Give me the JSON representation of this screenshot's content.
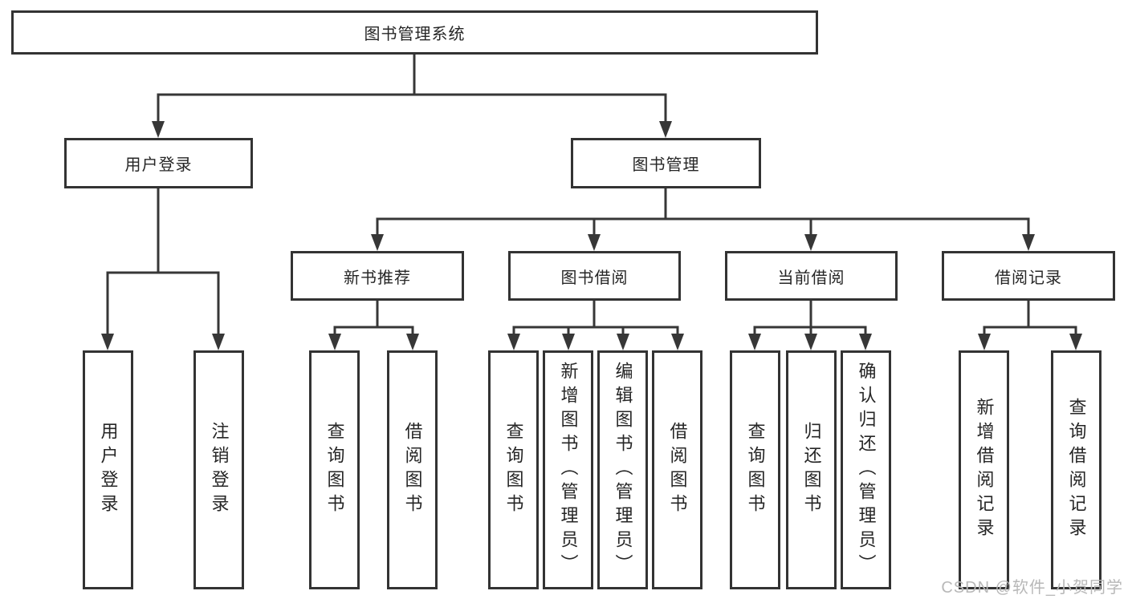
{
  "colors": {
    "background": "#ffffff",
    "line": "#373737",
    "box_border": "#333333",
    "text": "#262626",
    "watermark": "#b8b8b8"
  },
  "tree": {
    "label": "图书管理系统",
    "children": [
      {
        "label": "用户登录",
        "children": [
          {
            "label": "用户登录"
          },
          {
            "label": "注销登录"
          }
        ]
      },
      {
        "label": "图书管理",
        "children": [
          {
            "label": "新书推荐",
            "children": [
              {
                "label": "查询图书"
              },
              {
                "label": "借阅图书"
              }
            ]
          },
          {
            "label": "图书借阅",
            "children": [
              {
                "label": "查询图书"
              },
              {
                "label": "新增图书（管理员）"
              },
              {
                "label": "编辑图书（管理员）"
              },
              {
                "label": "借阅图书"
              }
            ]
          },
          {
            "label": "当前借阅",
            "children": [
              {
                "label": "查询图书"
              },
              {
                "label": "归还图书"
              },
              {
                "label": "确认归还（管理员）"
              }
            ]
          },
          {
            "label": "借阅记录",
            "children": [
              {
                "label": "新增借阅记录"
              },
              {
                "label": "查询借阅记录"
              }
            ]
          }
        ]
      }
    ]
  },
  "watermark": {
    "text": "CSDN @软件_小贺同学"
  }
}
